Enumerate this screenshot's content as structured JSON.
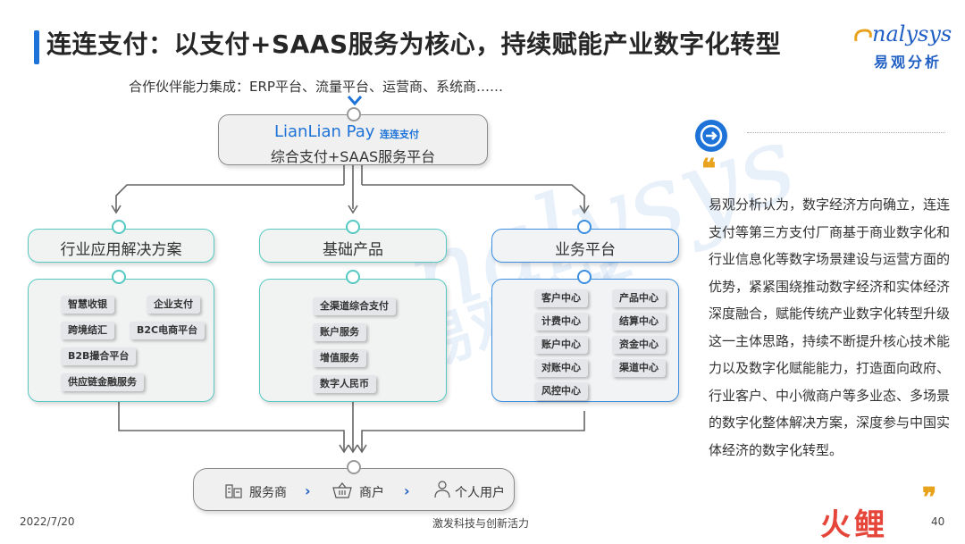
{
  "header": {
    "title": "连连支付：以支付+SAAS服务为核心，持续赋能产业数字化转型",
    "logo_en": "nalysys",
    "logo_cn": "易观分析",
    "subtitle": "合作伙伴能力集成：ERP平台、流量平台、运营商、系统商……"
  },
  "diagram": {
    "top": {
      "brand": "LianLian Pay",
      "brand_cn": "连连支付",
      "label": "综合支付+SAAS服务平台"
    },
    "columns": [
      {
        "header": "行业应用解决方案",
        "items": [
          "智慧收银",
          "企业支付",
          "跨境结汇",
          "B2C电商平台",
          "B2B撮合平台",
          "供应链金融服务"
        ]
      },
      {
        "header": "基础产品",
        "items": [
          "全渠道综合支付",
          "账户服务",
          "增值服务",
          "数字人民币"
        ]
      },
      {
        "header": "业务平台",
        "items": [
          "客户中心",
          "产品中心",
          "计费中心",
          "结算中心",
          "账户中心",
          "资金中心",
          "对账中心",
          "渠道中心",
          "风控中心"
        ]
      }
    ],
    "bottom": [
      "服务商",
      "商户",
      "个人用户"
    ]
  },
  "side": {
    "paragraph": "易观分析认为，数字经济方向确立，连连支付等第三方支付厂商基于商业数字化和行业信息化等数字场景建设与运营方面的优势，紧紧围绕推动数字经济和实体经济深度融合，赋能传统产业数字化转型升级这一主体思路，持续不断提升核心技术能力以及数字化赋能能力，打造面向政府、行业客户、中小微商户等多业态、多场景的数字化整体解决方案，深度参与中国实体经济的数字化转型。"
  },
  "footer": {
    "date": "2022/7/20",
    "slogan": "激发科技与创新活力",
    "page": "40",
    "brand": "火鲤"
  },
  "colors": {
    "accent": "#1e73d8",
    "teal": "#55c9c1",
    "blue": "#3c8fe0",
    "quote": "#e9a21c",
    "brand_red": "#e6453a"
  },
  "icons": [
    "arrow-right-circle-icon",
    "quote-icon",
    "building-icon",
    "basket-icon",
    "person-icon",
    "chevron-right-icon"
  ]
}
